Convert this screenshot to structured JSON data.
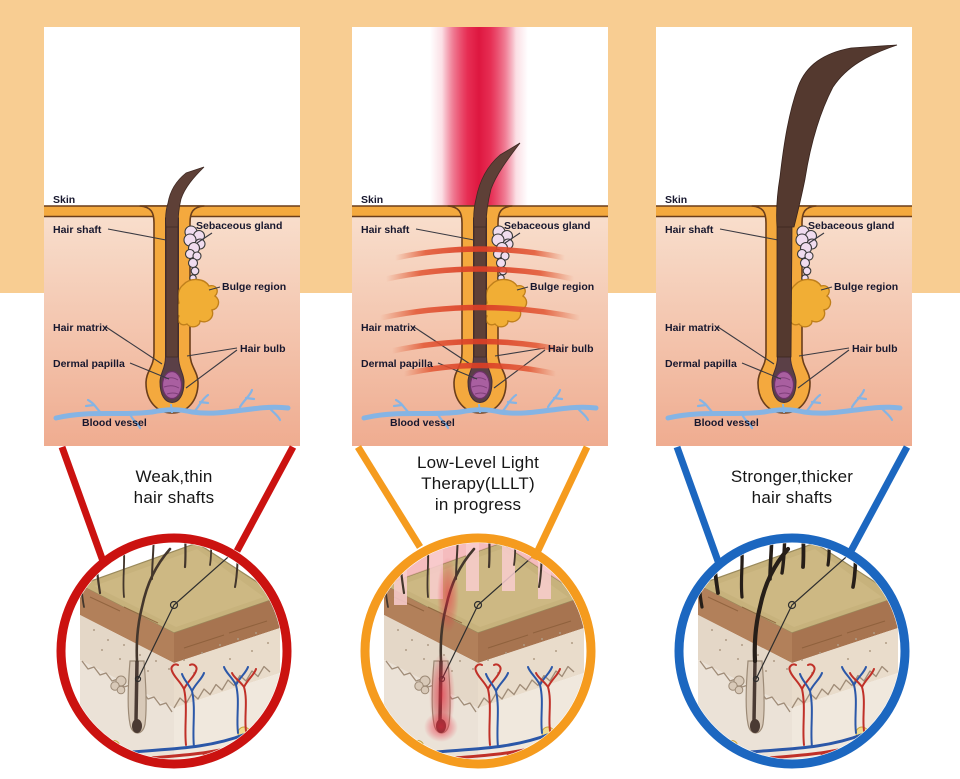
{
  "colors": {
    "top_band": "#F8CD92",
    "panel_background": "#FFFFFF",
    "laser_red": "#E5224A",
    "epidermis_orange": "#F4A93E",
    "dermis_pink": "#F3C3A9",
    "hair_brown": "#5E4037",
    "papilla_purple": "#A95FA0",
    "vessel_blue": "#85B4E4",
    "accent_red": "#CB1210",
    "accent_orange": "#F59B1E",
    "accent_blue": "#1C67C0"
  },
  "panels": [
    {
      "accent": "#CB1210",
      "labels": {
        "skin": "Skin",
        "hair_shaft": "Hair shaft",
        "sebaceous_gland": "Sebaceous gland",
        "bulge_region": "Bulge region",
        "hair_matrix": "Hair matrix",
        "dermal_papilla": "Dermal papilla",
        "hair_bulb": "Hair bulb",
        "blood_vessel": "Blood vessel"
      },
      "caption_lines": [
        "Weak,thin",
        "hair shafts"
      ]
    },
    {
      "accent": "#F59B1E",
      "labels": {
        "skin": "Skin",
        "hair_shaft": "Hair shaft",
        "sebaceous_gland": "Sebaceous gland",
        "bulge_region": "Bulge region",
        "hair_matrix": "Hair matrix",
        "dermal_papilla": "Dermal papilla",
        "hair_bulb": "Hair bulb",
        "blood_vessel": "Blood vessel"
      },
      "caption_lines": [
        "Low-Level Light",
        "Therapy(LLLT)",
        "in progress"
      ]
    },
    {
      "accent": "#1C67C0",
      "labels": {
        "skin": "Skin",
        "hair_shaft": "Hair shaft",
        "sebaceous_gland": "Sebaceous gland",
        "bulge_region": "Bulge region",
        "hair_matrix": "Hair matrix",
        "dermal_papilla": "Dermal papilla",
        "hair_bulb": "Hair bulb",
        "blood_vessel": "Blood vessel"
      },
      "caption_lines": [
        "Stronger,thicker",
        "hair shafts"
      ]
    }
  ]
}
